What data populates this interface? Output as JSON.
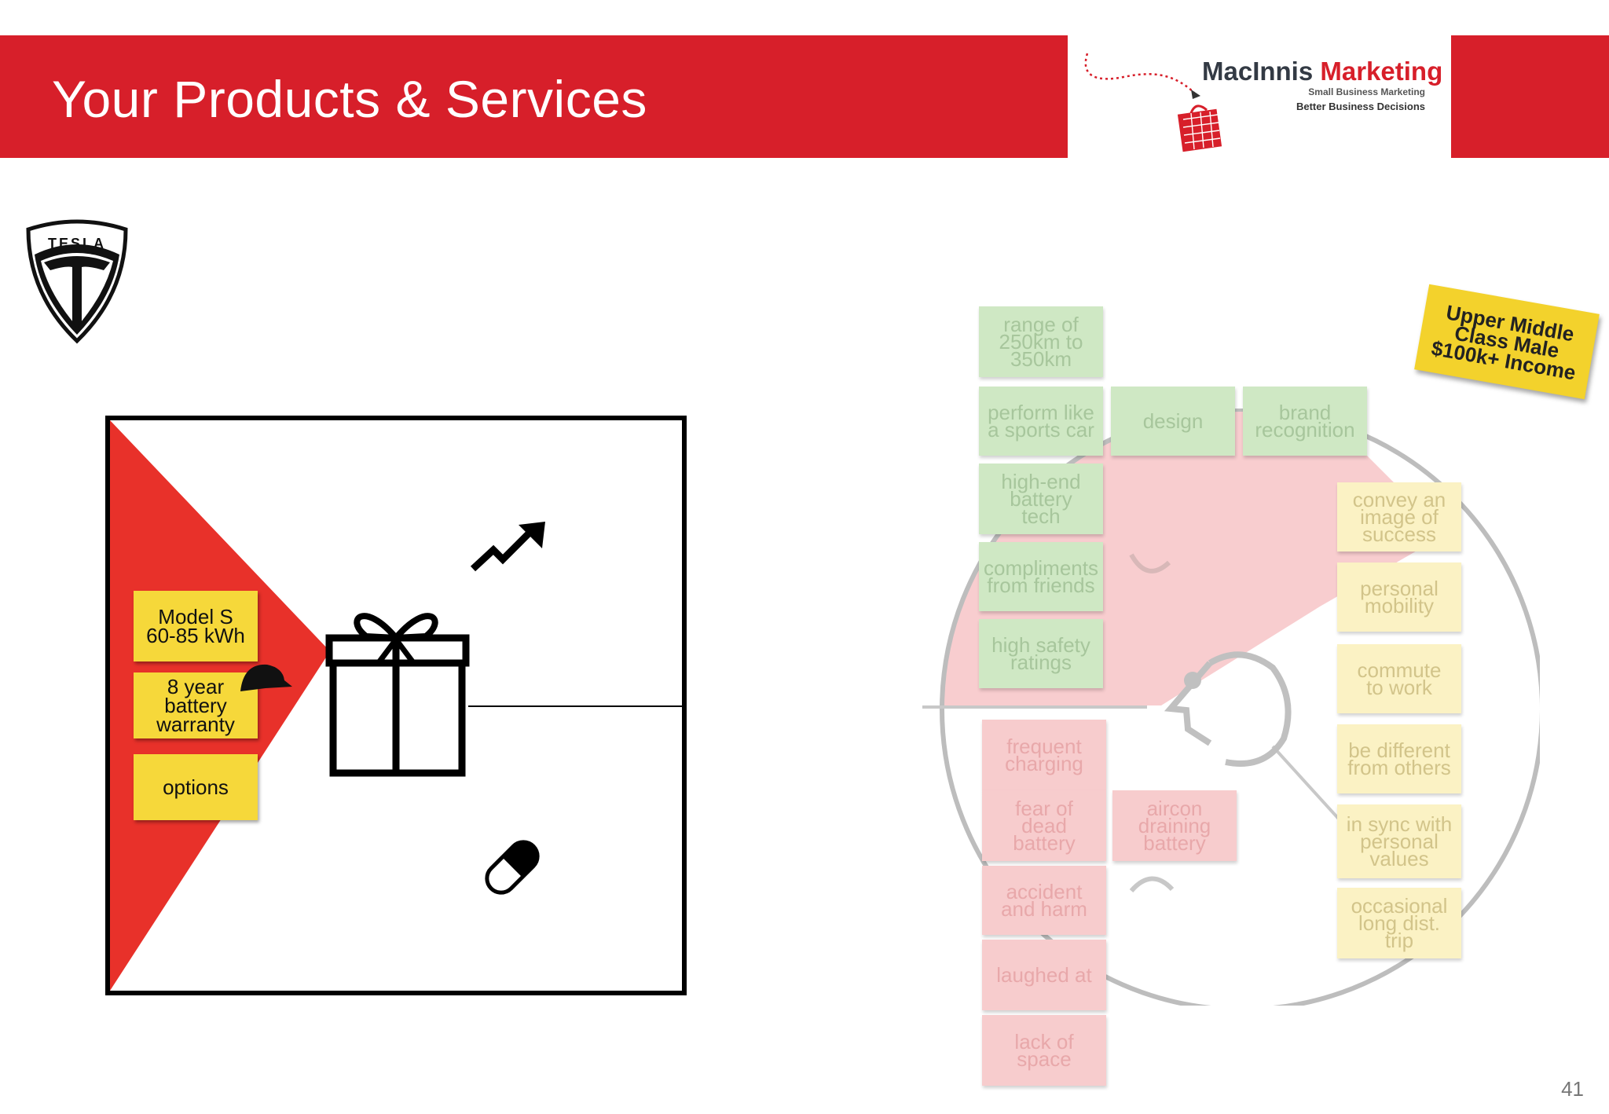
{
  "header": {
    "title": "Your Products & Services",
    "brand_name_part1": "MacInnis ",
    "brand_name_part2": "Marketing",
    "tagline1": "Small Business Marketing",
    "tagline2": "Better Business Decisions",
    "accent_color": "#d71f2a"
  },
  "logo": {
    "text": "TESLA"
  },
  "value_map": {
    "notes": [
      "Model S\n60-85 kWh",
      "8 year\nbattery\nwarranty",
      "options"
    ],
    "icons": [
      "gift-icon",
      "gain-creator-arrow-icon",
      "pain-reliever-pill-icon"
    ]
  },
  "customer_profile": {
    "segment_note": "Upper Middle\nClass Male\n$100k+ Income",
    "gains": [
      "range of\n250km to\n350km",
      "perform like\na sports car",
      "design",
      "brand\nrecognition",
      "high-end\nbattery\ntech",
      "compliments\nfrom friends",
      "high safety\nratings"
    ],
    "pains": [
      "frequent\ncharging",
      "fear of\ndead\nbattery",
      "aircon\ndraining\nbattery",
      "accident\nand harm",
      "laughed at",
      "lack of\nspace"
    ],
    "jobs": [
      "convey an\nimage of\nsuccess",
      "personal\nmobility",
      "commute\nto work",
      "be different\nfrom others",
      "in sync with\npersonal\nvalues",
      "occasional\nlong dist.\ntrip"
    ]
  },
  "page_number": "41"
}
